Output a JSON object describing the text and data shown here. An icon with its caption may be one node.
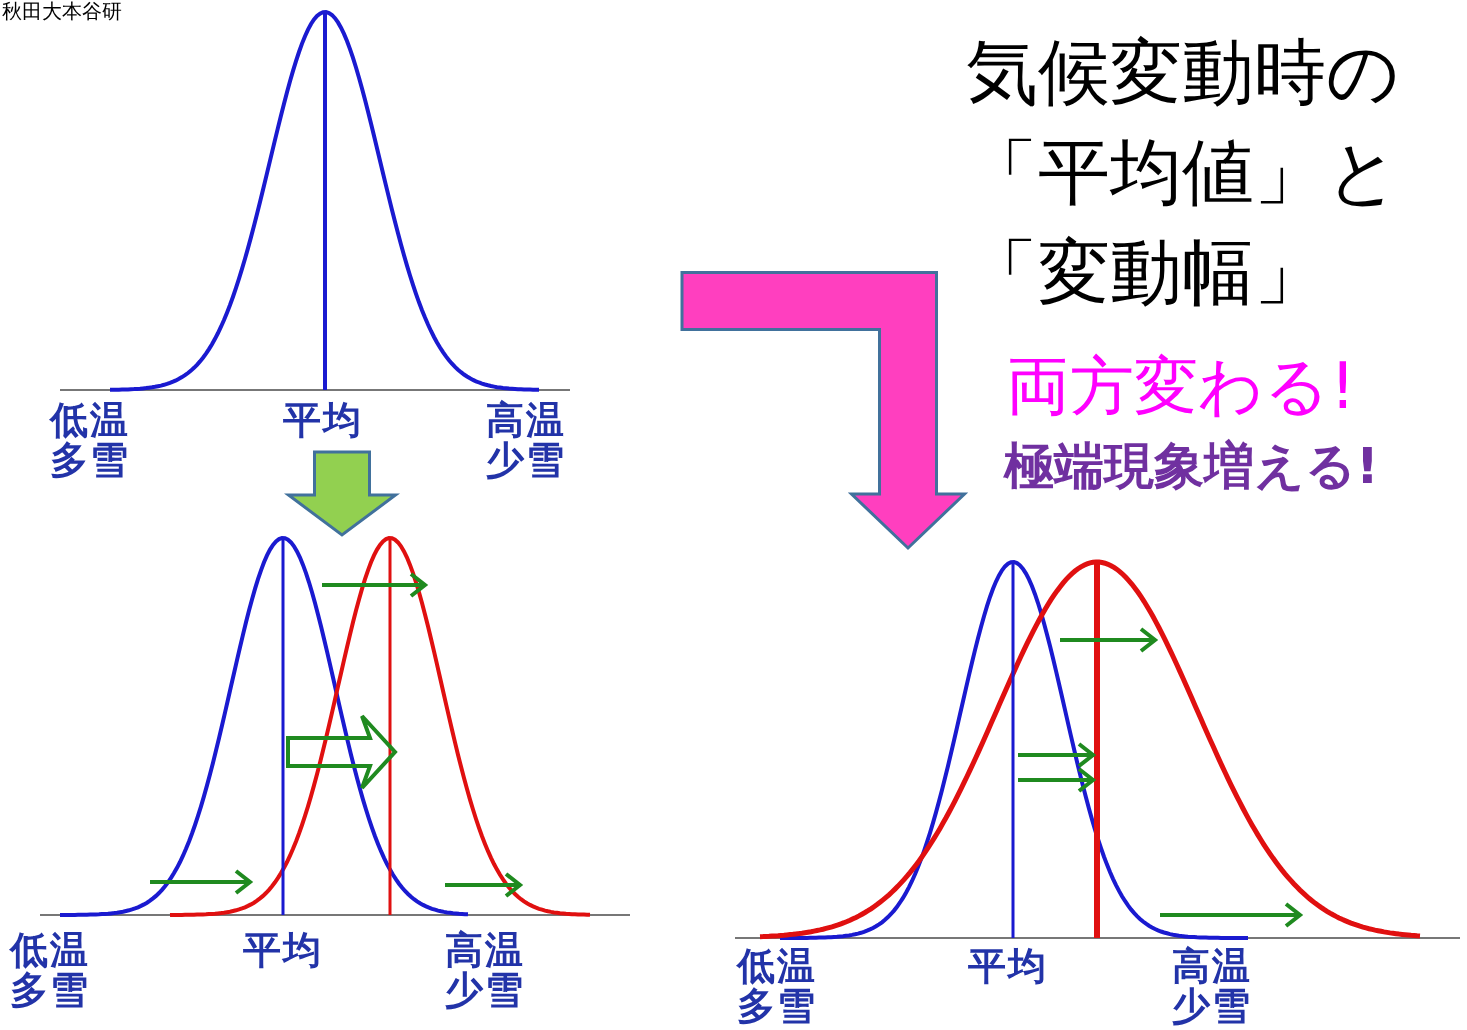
{
  "diagram": {
    "title": "気候変動時の「平均値」と「変動幅」",
    "nodes": [
      {
        "text": [],
        "shape": "picture",
        "beside": [
          "低温多雪",
          "平均",
          "高温少雪"
        ]
      },
      {
        "text": [],
        "shape": "picture",
        "beside": [
          "低温多雪",
          "平均",
          "高温少雪"
        ]
      },
      {
        "text": [],
        "shape": "picture",
        "beside": [
          "低温多雪",
          "平均",
          "高温少雪"
        ]
      }
    ],
    "edges": [
      {
        "from": 0,
        "to": 1,
        "arrow": "to",
        "color": "#92d050"
      },
      {
        "from": null,
        "to": 2,
        "arrow": "to",
        "color": "#ff3fbf"
      }
    ],
    "labels": [
      "秋田大本谷研",
      "両方変わる!",
      "極端現象増える!"
    ]
  }
}
